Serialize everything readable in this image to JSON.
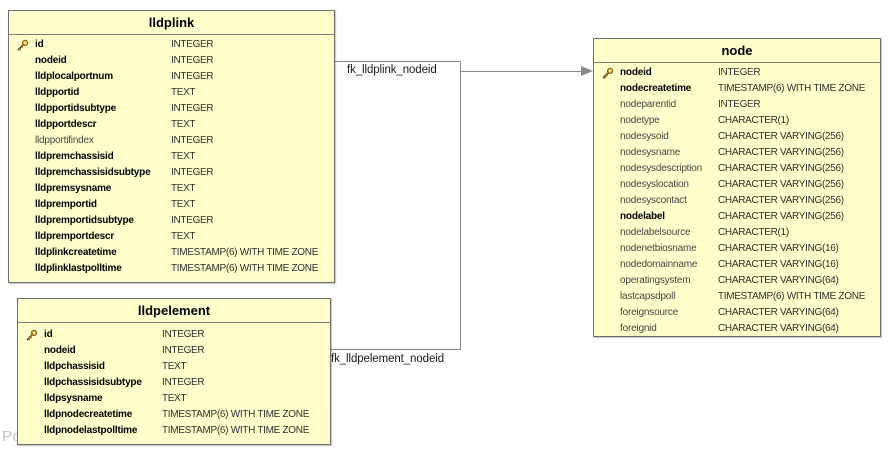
{
  "diagram": {
    "watermark": "Po",
    "colors": {
      "table_fill": "#FFFFCC",
      "table_border": "#6F6F6F",
      "connector_line": "#8A8A8A",
      "key_icon_gold": "#E6BD45"
    },
    "tables": [
      {
        "title": "lldplink",
        "columns": [
          {
            "name": "id",
            "type": "INTEGER",
            "key": true,
            "bold": true
          },
          {
            "name": "nodeid",
            "type": "INTEGER",
            "bold": true
          },
          {
            "name": "lldplocalportnum",
            "type": "INTEGER",
            "bold": true
          },
          {
            "name": "lldpportid",
            "type": "TEXT",
            "bold": true
          },
          {
            "name": "lldpportidsubtype",
            "type": "INTEGER",
            "bold": true
          },
          {
            "name": "lldpportdescr",
            "type": "TEXT",
            "bold": true
          },
          {
            "name": "lldpportifindex",
            "type": "INTEGER",
            "bold": false
          },
          {
            "name": "lldpremchassisid",
            "type": "TEXT",
            "bold": true
          },
          {
            "name": "lldpremchassisidsubtype",
            "type": "INTEGER",
            "bold": true
          },
          {
            "name": "lldpremsysname",
            "type": "TEXT",
            "bold": true
          },
          {
            "name": "lldpremportid",
            "type": "TEXT",
            "bold": true
          },
          {
            "name": "lldpremportidsubtype",
            "type": "INTEGER",
            "bold": true
          },
          {
            "name": "lldpremportdescr",
            "type": "TEXT",
            "bold": true
          },
          {
            "name": "lldplinkcreatetime",
            "type": "TIMESTAMP(6) WITH TIME ZONE",
            "bold": true
          },
          {
            "name": "lldplinklastpolltime",
            "type": "TIMESTAMP(6) WITH TIME ZONE",
            "bold": true
          }
        ]
      },
      {
        "title": "lldpelement",
        "columns": [
          {
            "name": "id",
            "type": "INTEGER",
            "key": true,
            "bold": true
          },
          {
            "name": "nodeid",
            "type": "INTEGER",
            "bold": true
          },
          {
            "name": "lldpchassisid",
            "type": "TEXT",
            "bold": true
          },
          {
            "name": "lldpchassisidsubtype",
            "type": "INTEGER",
            "bold": true
          },
          {
            "name": "lldpsysname",
            "type": "TEXT",
            "bold": true
          },
          {
            "name": "lldpnodecreatetime",
            "type": "TIMESTAMP(6) WITH TIME ZONE",
            "bold": true
          },
          {
            "name": "lldpnodelastpolltime",
            "type": "TIMESTAMP(6) WITH TIME ZONE",
            "bold": true
          }
        ]
      },
      {
        "title": "node",
        "columns": [
          {
            "name": "nodeid",
            "type": "INTEGER",
            "key": true,
            "bold": true
          },
          {
            "name": "nodecreatetime",
            "type": "TIMESTAMP(6) WITH TIME ZONE",
            "bold": true
          },
          {
            "name": "nodeparentid",
            "type": "INTEGER",
            "bold": false
          },
          {
            "name": "nodetype",
            "type": "CHARACTER(1)",
            "bold": false
          },
          {
            "name": "nodesysoid",
            "type": "CHARACTER VARYING(256)",
            "bold": false
          },
          {
            "name": "nodesysname",
            "type": "CHARACTER VARYING(256)",
            "bold": false
          },
          {
            "name": "nodesysdescription",
            "type": "CHARACTER VARYING(256)",
            "bold": false
          },
          {
            "name": "nodesyslocation",
            "type": "CHARACTER VARYING(256)",
            "bold": false
          },
          {
            "name": "nodesyscontact",
            "type": "CHARACTER VARYING(256)",
            "bold": false
          },
          {
            "name": "nodelabel",
            "type": "CHARACTER VARYING(256)",
            "bold": true
          },
          {
            "name": "nodelabelsource",
            "type": "CHARACTER(1)",
            "bold": false
          },
          {
            "name": "nodenetbiosname",
            "type": "CHARACTER VARYING(16)",
            "bold": false
          },
          {
            "name": "nodedomainname",
            "type": "CHARACTER VARYING(16)",
            "bold": false
          },
          {
            "name": "operatingsystem",
            "type": "CHARACTER VARYING(64)",
            "bold": false
          },
          {
            "name": "lastcapsdpoll",
            "type": "TIMESTAMP(6) WITH TIME ZONE",
            "bold": false
          },
          {
            "name": "foreignsource",
            "type": "CHARACTER VARYING(64)",
            "bold": false
          },
          {
            "name": "foreignid",
            "type": "CHARACTER VARYING(64)",
            "bold": false
          }
        ]
      }
    ],
    "relationships": [
      {
        "label": "fk_lldplink_nodeid",
        "from": "lldplink.nodeid",
        "to": "node.nodeid"
      },
      {
        "label": "fk_lldpelement_nodeid",
        "from": "lldpelement.nodeid",
        "to": "node.nodeid"
      }
    ]
  }
}
